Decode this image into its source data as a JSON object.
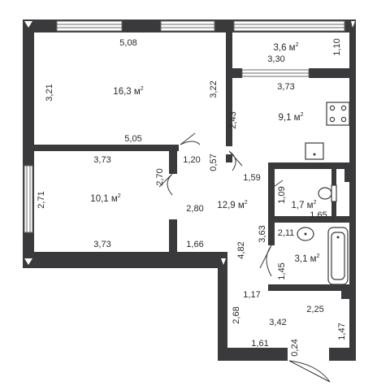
{
  "rooms": {
    "big_room": {
      "area": "16,3 м",
      "unit_sup": "2",
      "top": "5,08",
      "left": "3,21",
      "right": "3,22",
      "bottom": "5,05"
    },
    "balcony": {
      "area": "3,6 м",
      "unit_sup": "2",
      "width": "3,30",
      "depth": "1,10"
    },
    "kitchen": {
      "area": "9,1 м",
      "unit_sup": "2",
      "top": "3,73",
      "left": "2,43"
    },
    "small_room": {
      "area": "10,1 м",
      "unit_sup": "2",
      "top": "3,73",
      "left": "2,71",
      "right": "2,70",
      "bottom": "3,73"
    },
    "corridor": {
      "area": "12,9 м",
      "unit_sup": "2",
      "d1": "1,20",
      "d2": "0,57",
      "d3": "2,80",
      "d4": "1,59",
      "d5": "1,66",
      "d6": "4,82",
      "d7": "3,63",
      "d8": "1,17",
      "d9": "2,68",
      "d10": "3,42",
      "d11": "1,61",
      "d12": "0,24"
    },
    "wc": {
      "area": "1,7 м",
      "unit_sup": "2",
      "height": "1,09",
      "width": "1,65"
    },
    "bath": {
      "area": "3,1 м",
      "unit_sup": "2",
      "top": "2,11",
      "left": "1,45"
    },
    "entry": {
      "width": "2,25",
      "right": "1,47"
    }
  },
  "icons": [
    "stove-icon",
    "sink-icon",
    "toilet-icon",
    "washbasin-icon",
    "bathtub-icon"
  ]
}
